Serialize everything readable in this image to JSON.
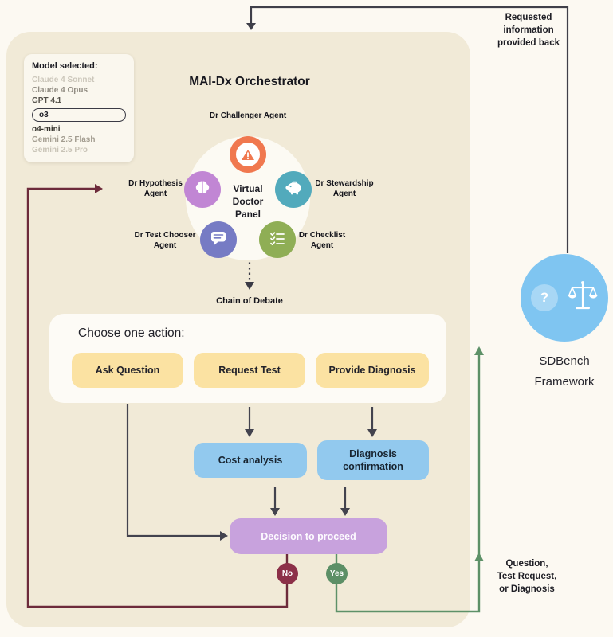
{
  "colors": {
    "page_bg": "#fcf9f2",
    "container_bg": "#f1ead7",
    "action_panel_bg": "#fdfbf6",
    "action_button_yellow": "#fbe2a2",
    "flow_box_blue": "#92c9ee",
    "decision_purple": "#c8a2dd",
    "no_badge_maroon": "#8c3048",
    "yes_badge_green": "#5c8f66",
    "maroon_line": "#6d2b3b",
    "green_line": "#5d9168",
    "dark_line": "#3f3f49",
    "sdbench_blue": "#7fc5f1",
    "agent_challenger_orange": "#f0784f",
    "agent_hypothesis_purple": "#c186d4",
    "agent_stewardship_teal": "#52aabc",
    "agent_test_chooser_indigo": "#767bc4",
    "agent_checklist_green": "#8fae55"
  },
  "orchestrator": {
    "title": "MAI-Dx Orchestrator",
    "model_panel": {
      "title": "Model selected:",
      "models": [
        {
          "label": "Claude 4 Sonnet",
          "selected": false
        },
        {
          "label": "Claude 4 Opus",
          "selected": false
        },
        {
          "label": "GPT 4.1",
          "selected": false
        },
        {
          "label": "o3",
          "selected": true
        },
        {
          "label": "o4-mini",
          "selected": false
        },
        {
          "label": "Gemini 2.5 Flash",
          "selected": false
        },
        {
          "label": "Gemini 2.5 Pro",
          "selected": false
        }
      ]
    },
    "doctor_panel": {
      "center_label": "Virtual Doctor Panel",
      "agents": [
        {
          "name": "Dr Challenger Agent",
          "icon": "warning-triangle-icon"
        },
        {
          "name": "Dr Hypothesis Agent",
          "icon": "brain-icon"
        },
        {
          "name": "Dr Stewardship Agent",
          "icon": "piggy-bank-icon"
        },
        {
          "name": "Dr Test Chooser Agent",
          "icon": "speech-bubble-list-icon"
        },
        {
          "name": "Dr Checklist Agent",
          "icon": "checklist-icon"
        }
      ]
    },
    "chain_label": "Chain of Debate",
    "action_panel": {
      "title": "Choose one action:",
      "actions": [
        "Ask Question",
        "Request Test",
        "Provide Diagnosis"
      ]
    },
    "cost_analysis_label": "Cost analysis",
    "diagnosis_confirmation_label": "Diagnosis confirmation",
    "decision_label": "Decision to proceed",
    "no_label": "No",
    "yes_label": "Yes"
  },
  "sdbench": {
    "question_glyph": "?",
    "label_lines": [
      "SDBench",
      "Framework"
    ],
    "incoming_note_lines": [
      "Requested",
      "information",
      "provided back"
    ],
    "outgoing_note_lines": [
      "Question,",
      "Test Request,",
      "or Diagnosis"
    ]
  }
}
